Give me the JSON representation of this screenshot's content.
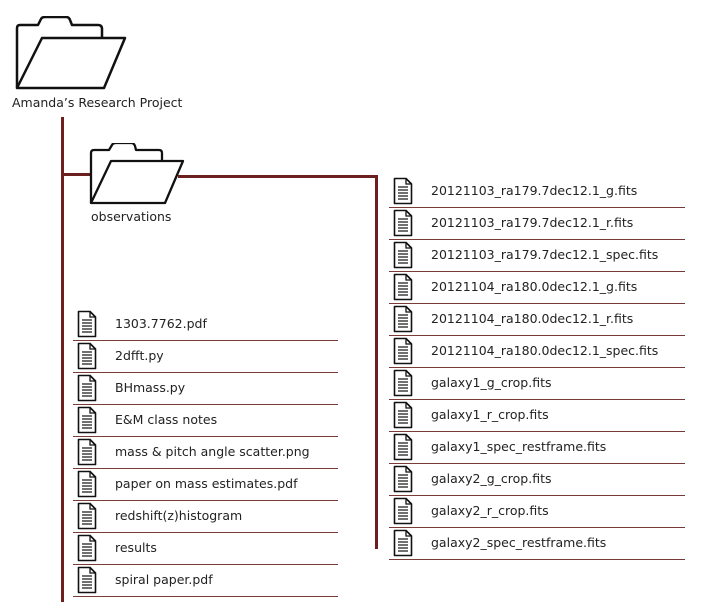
{
  "root": {
    "label": "Amanda’s Research Project",
    "icon": "folder-icon"
  },
  "subfolder": {
    "label": "observations",
    "icon": "folder-icon"
  },
  "observations_files": [
    "20121103_ra179.7dec12.1_g.fits",
    "20121103_ra179.7dec12.1_r.fits",
    "20121103_ra179.7dec12.1_spec.fits",
    "20121104_ra180.0dec12.1_g.fits",
    "20121104_ra180.0dec12.1_r.fits",
    "20121104_ra180.0dec12.1_spec.fits",
    "galaxy1_g_crop.fits",
    "galaxy1_r_crop.fits",
    "galaxy1_spec_restframe.fits",
    "galaxy2_g_crop.fits",
    "galaxy2_r_crop.fits",
    "galaxy2_spec_restframe.fits"
  ],
  "root_files": [
    "1303.7762.pdf",
    "2dfft.py",
    "BHmass.py",
    "E&M class notes",
    "mass & pitch angle scatter.png",
    "paper on mass estimates.pdf",
    "redshift(z)histogram",
    "results",
    "spiral paper.pdf"
  ],
  "colors": {
    "connector": "#6b1f1f",
    "icon_stroke": "#111111"
  }
}
